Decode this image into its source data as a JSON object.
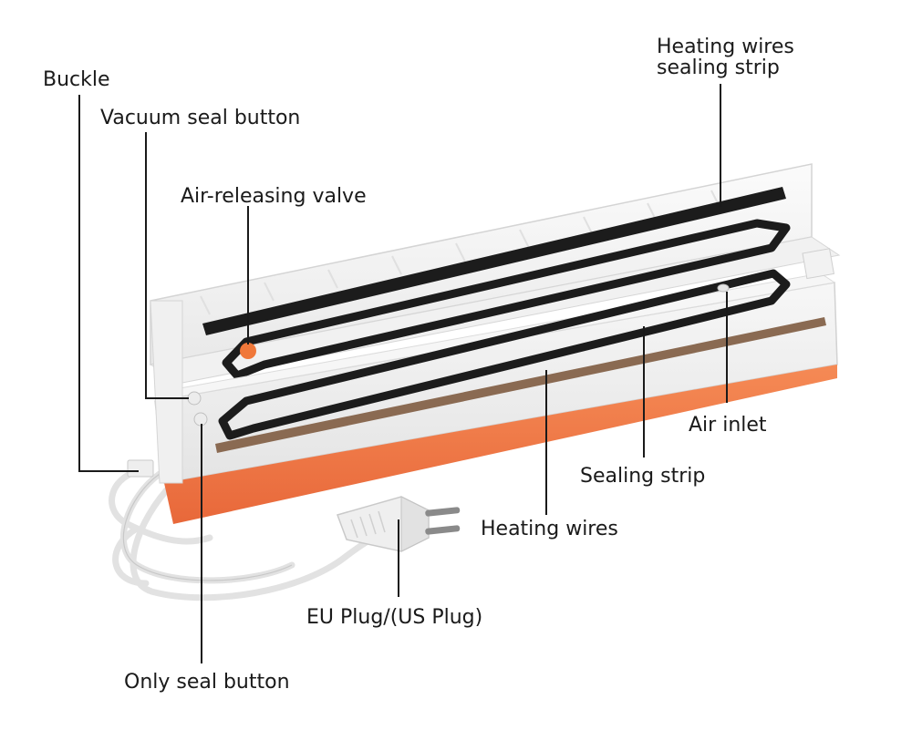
{
  "labels": {
    "buckle": "Buckle",
    "vacuum_seal_button": "Vacuum seal button",
    "air_releasing_valve": "Air-releasing valve",
    "heating_wires_sealing_strip_line1": "Heating wires",
    "heating_wires_sealing_strip_line2": "sealing strip",
    "air_inlet": "Air inlet",
    "sealing_strip": "Sealing strip",
    "heating_wires": "Heating wires",
    "eu_plug": "EU Plug/(US Plug)",
    "only_seal_button": "Only seal button"
  },
  "colors": {
    "body_white": "#f4f4f4",
    "orange_base": "#f07a45",
    "gasket_black": "#1c1c1c",
    "strip_brown": "#8a6a52",
    "valve_orange": "#f0783a",
    "leader_line": "#1a1a1a"
  }
}
